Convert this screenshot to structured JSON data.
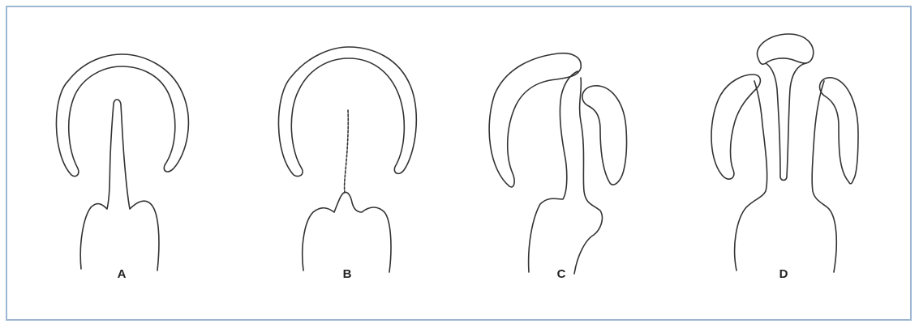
{
  "figure": {
    "panels": [
      {
        "label": "A"
      },
      {
        "label": "B"
      },
      {
        "label": "C"
      },
      {
        "label": "D"
      }
    ],
    "colors": {
      "border": "#9db7d3",
      "line": "#333333",
      "background": "#ffffff"
    }
  }
}
